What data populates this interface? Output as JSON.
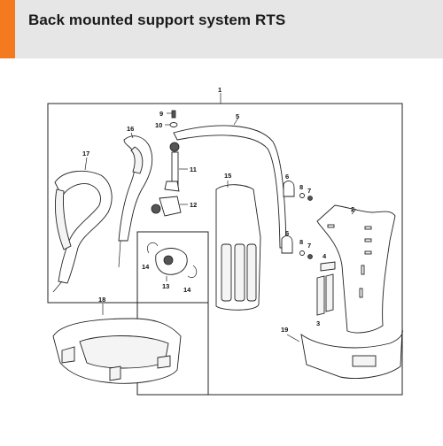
{
  "header": {
    "title": "Back mounted support system RTS",
    "accent_color": "#f37a1f",
    "background_color": "#e6e6e6"
  },
  "callouts": {
    "c1": "1",
    "c2": "2",
    "c3": "3",
    "c4": "4",
    "c5": "5",
    "c6a": "6",
    "c6b": "6",
    "c7a": "7",
    "c7b": "7",
    "c8a": "8",
    "c8b": "8",
    "c9": "9",
    "c10": "10",
    "c11": "11",
    "c12": "12",
    "c13": "13",
    "c14a": "14",
    "c14b": "14",
    "c15": "15",
    "c16": "16",
    "c17": "17",
    "c18": "18",
    "c19": "19"
  }
}
